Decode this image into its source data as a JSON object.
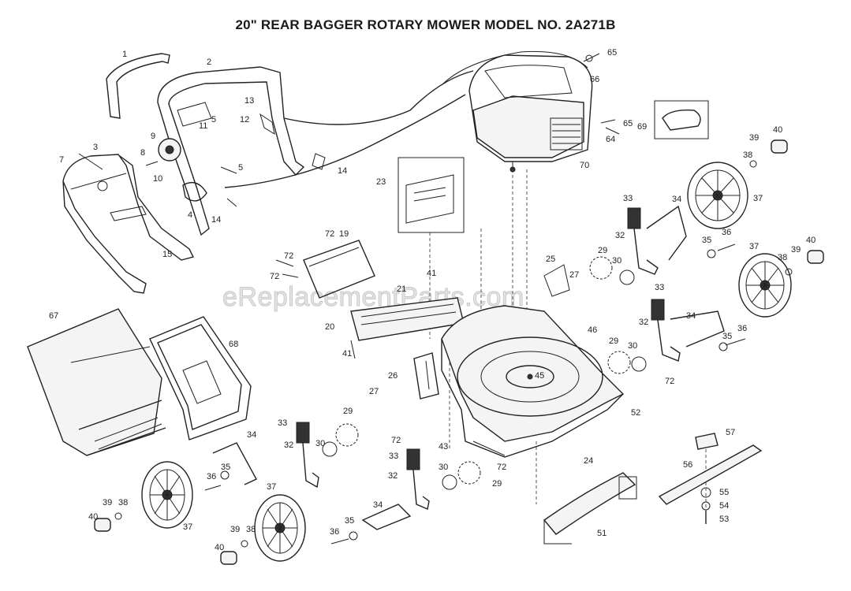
{
  "title": "20\" REAR BAGGER ROTARY MOWER MODEL NO. 2A271B",
  "watermark": "eReplacementParts.com",
  "labels": [
    "1",
    "2",
    "3",
    "4",
    "5",
    "5",
    "7",
    "8",
    "9",
    "10",
    "11",
    "12",
    "13",
    "14",
    "14",
    "15",
    "19",
    "20",
    "21",
    "23",
    "24",
    "25",
    "26",
    "27",
    "27",
    "29",
    "29",
    "29",
    "29",
    "30",
    "30",
    "30",
    "30",
    "32",
    "32",
    "32",
    "32",
    "33",
    "33",
    "33",
    "33",
    "34",
    "34",
    "34",
    "34",
    "35",
    "35",
    "35",
    "35",
    "36",
    "36",
    "36",
    "36",
    "37",
    "37",
    "37",
    "37",
    "38",
    "38",
    "38",
    "38",
    "39",
    "39",
    "39",
    "39",
    "40",
    "40",
    "40",
    "40",
    "41",
    "41",
    "43",
    "45",
    "46",
    "51",
    "52",
    "53",
    "54",
    "55",
    "56",
    "57",
    "64",
    "65",
    "65",
    "66",
    "67",
    "68",
    "69",
    "70",
    "72",
    "72",
    "72",
    "72",
    "72",
    "72"
  ]
}
